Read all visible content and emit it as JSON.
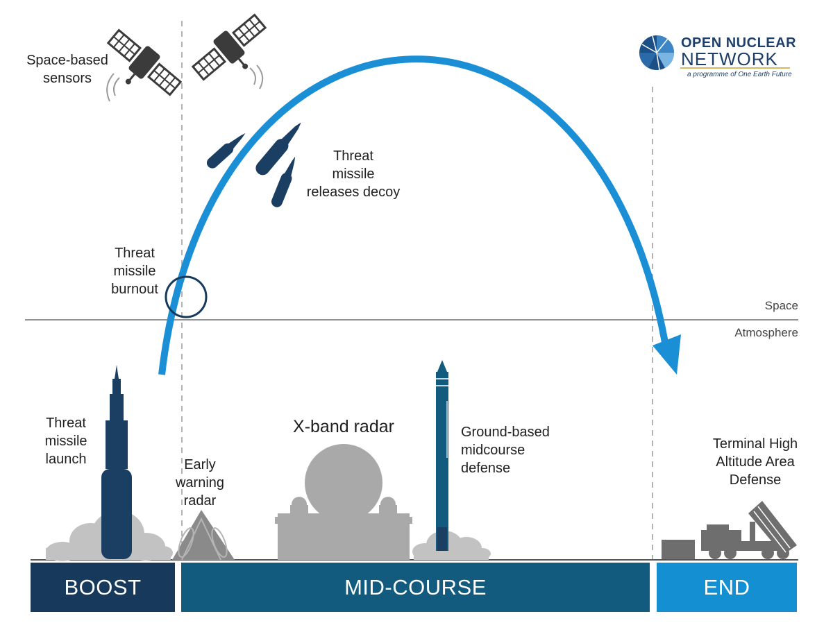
{
  "labels": {
    "space_sensors": [
      "Space-based",
      "sensors"
    ],
    "decoy": [
      "Threat",
      "missile",
      "releases decoy"
    ],
    "burnout": [
      "Threat",
      "missile",
      "burnout"
    ],
    "space": "Space",
    "atmosphere": "Atmosphere",
    "launch": [
      "Threat",
      "missile",
      "launch"
    ],
    "early_warning": [
      "Early",
      "warning",
      "radar"
    ],
    "xband": "X-band radar",
    "gmd": [
      "Ground-based",
      "midcourse",
      "defense"
    ],
    "thaad": [
      "Terminal High",
      "Altitude Area",
      "Defense"
    ]
  },
  "phases": {
    "boost": "BOOST",
    "midcourse": "MID-COURSE",
    "end": "END"
  },
  "logo": {
    "line1": "OPEN NUCLEAR",
    "line2": "NETWORK",
    "tagline": "a programme of One Earth Future"
  },
  "colors": {
    "trajectory": "#1a8fd6",
    "boost": "#173a5c",
    "midcourse": "#125a7e",
    "end": "#1490d2",
    "missile": "#1b3f62",
    "ground_gray": "#a9a9a9"
  }
}
